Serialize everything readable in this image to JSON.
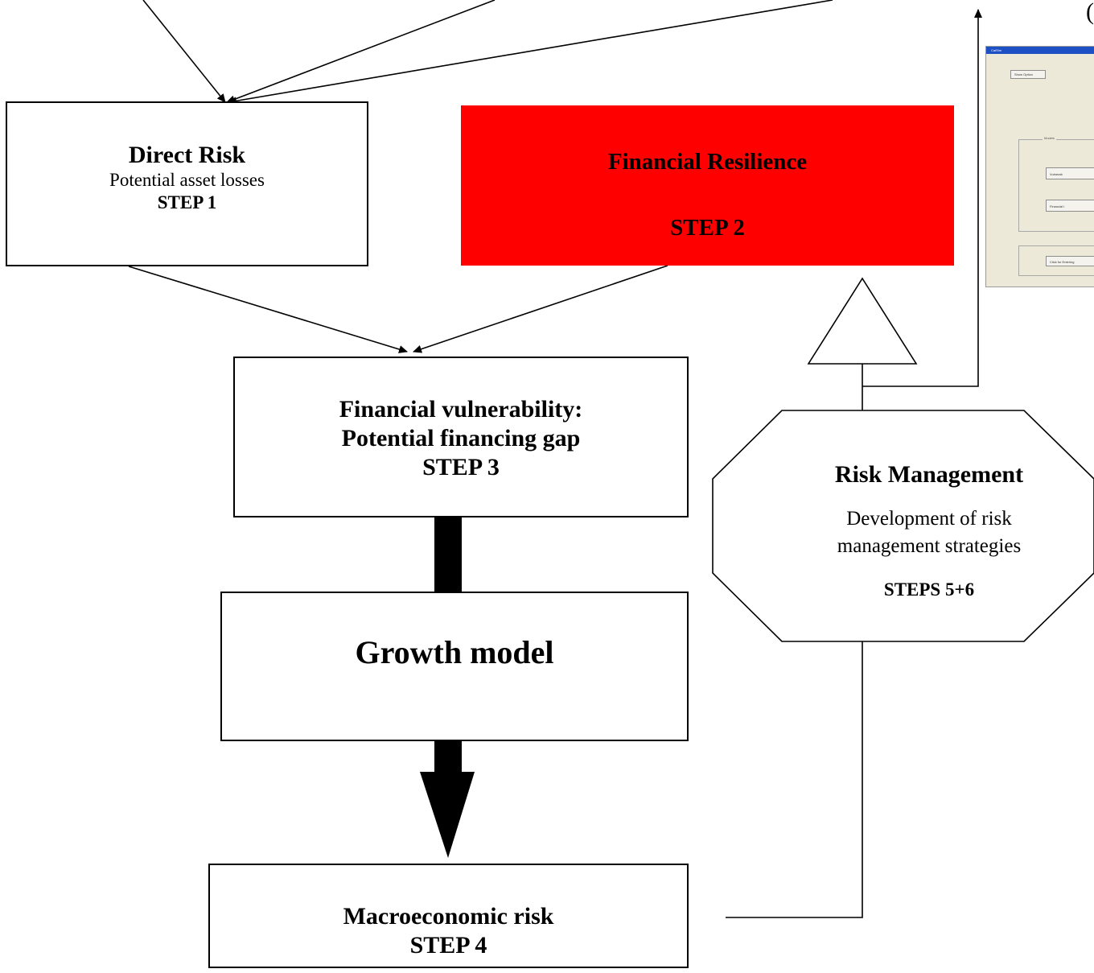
{
  "direct_risk": {
    "title": "Direct Risk",
    "subtitle": "Potential asset losses",
    "step": "STEP 1"
  },
  "financial_resilience": {
    "title": "Financial Resilience",
    "step": "STEP 2",
    "color": "#ff0000"
  },
  "financial_vulnerability": {
    "line1": "Financial vulnerability:",
    "line2": "Potential financing gap",
    "step": "STEP 3"
  },
  "growth_model": {
    "title": "Growth model"
  },
  "macroeconomic_risk": {
    "title": "Macroeconomic risk",
    "step": "STEP 4"
  },
  "risk_management": {
    "title": "Risk Management",
    "line1": "Development of risk",
    "line2": "management strategies",
    "step": "STEPS 5+6"
  },
  "thumbnail": {
    "window_title": "CatSim",
    "button_top": "Show Option",
    "group_label": "Models",
    "button_1": "Vulnerab",
    "button_2": "Financial I",
    "button_bottom": "Click for Entering"
  }
}
